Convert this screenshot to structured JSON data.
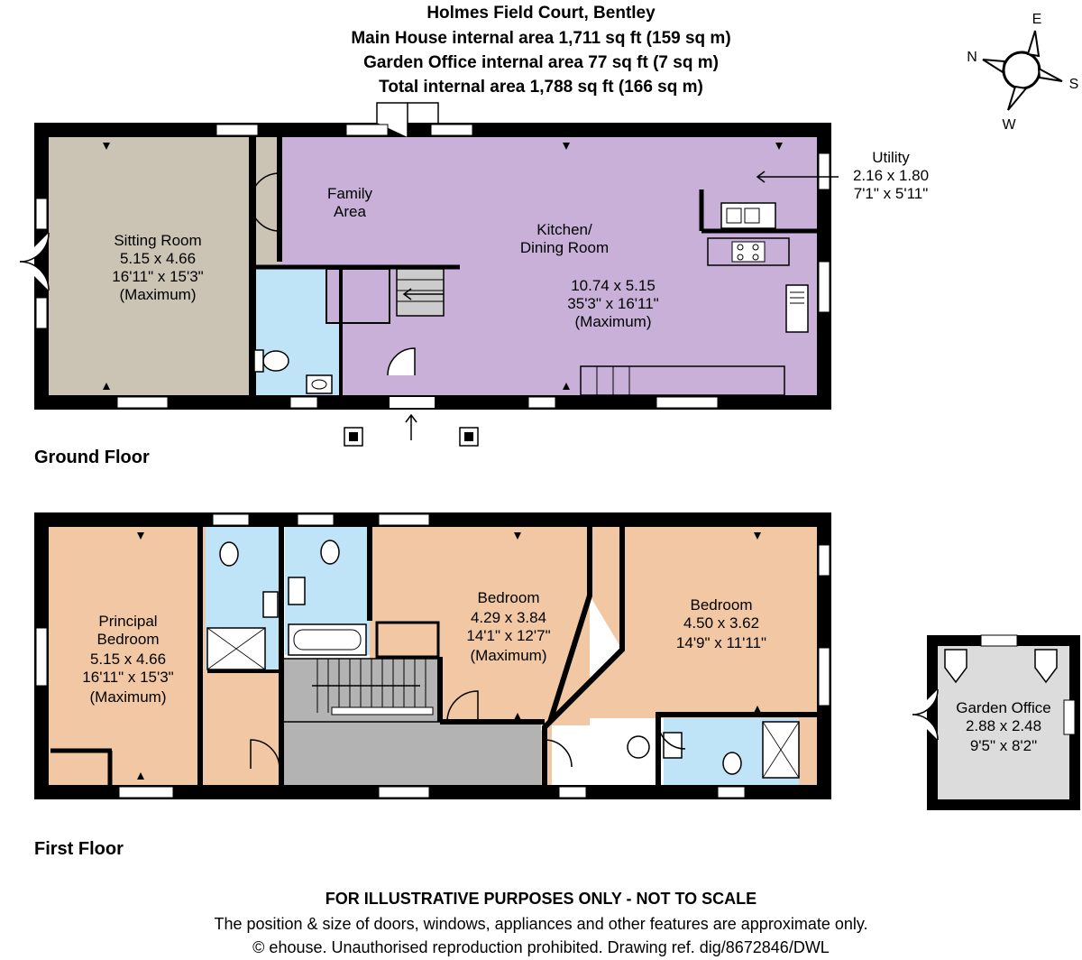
{
  "header": {
    "property": "Holmes Field Court, Bentley",
    "main_house": "Main House internal area 1,711 sq ft (159 sq m)",
    "garden_office": "Garden Office internal area 77 sq ft (7 sq m)",
    "total": "Total internal area 1,788 sq ft (166 sq m)"
  },
  "compass": {
    "n": "N",
    "e": "E",
    "s": "S",
    "w": "W"
  },
  "ground_floor": {
    "label": "Ground Floor",
    "sitting_room": {
      "name": "Sitting Room",
      "metric": "5.15 x 4.66",
      "imperial": "16'11\" x 15'3\"",
      "note": "(Maximum)"
    },
    "family_area": {
      "line1": "Family",
      "line2": "Area"
    },
    "kitchen": {
      "line1": "Kitchen/",
      "line2": "Dining Room",
      "metric": "10.74 x 5.15",
      "imperial": "35'3\" x 16'11\"",
      "note": "(Maximum)"
    },
    "utility": {
      "name": "Utility",
      "metric": "2.16 x 1.80",
      "imperial": "7'1\" x 5'11\""
    }
  },
  "first_floor": {
    "label": "First Floor",
    "principal": {
      "line1": "Principal",
      "line2": "Bedroom",
      "metric": "5.15 x 4.66",
      "imperial": "16'11\" x 15'3\"",
      "note": "(Maximum)"
    },
    "bedroom2": {
      "name": "Bedroom",
      "metric": "4.29 x 3.84",
      "imperial": "14'1\" x 12'7\"",
      "note": "(Maximum)"
    },
    "bedroom3": {
      "name": "Bedroom",
      "metric": "4.50 x 3.62",
      "imperial": "14'9\" x 11'11\""
    }
  },
  "garden_office": {
    "name": "Garden Office",
    "metric": "2.88 x 2.48",
    "imperial": "9'5\" x 8'2\""
  },
  "footer": {
    "disclaimer": "FOR ILLUSTRATIVE PURPOSES ONLY - NOT TO SCALE",
    "note": "The position & size of doors, windows, appliances and other features are approximate only.",
    "copyright": "© ehouse. Unauthorised reproduction prohibited. Drawing ref. dig/8672846/DWL"
  }
}
